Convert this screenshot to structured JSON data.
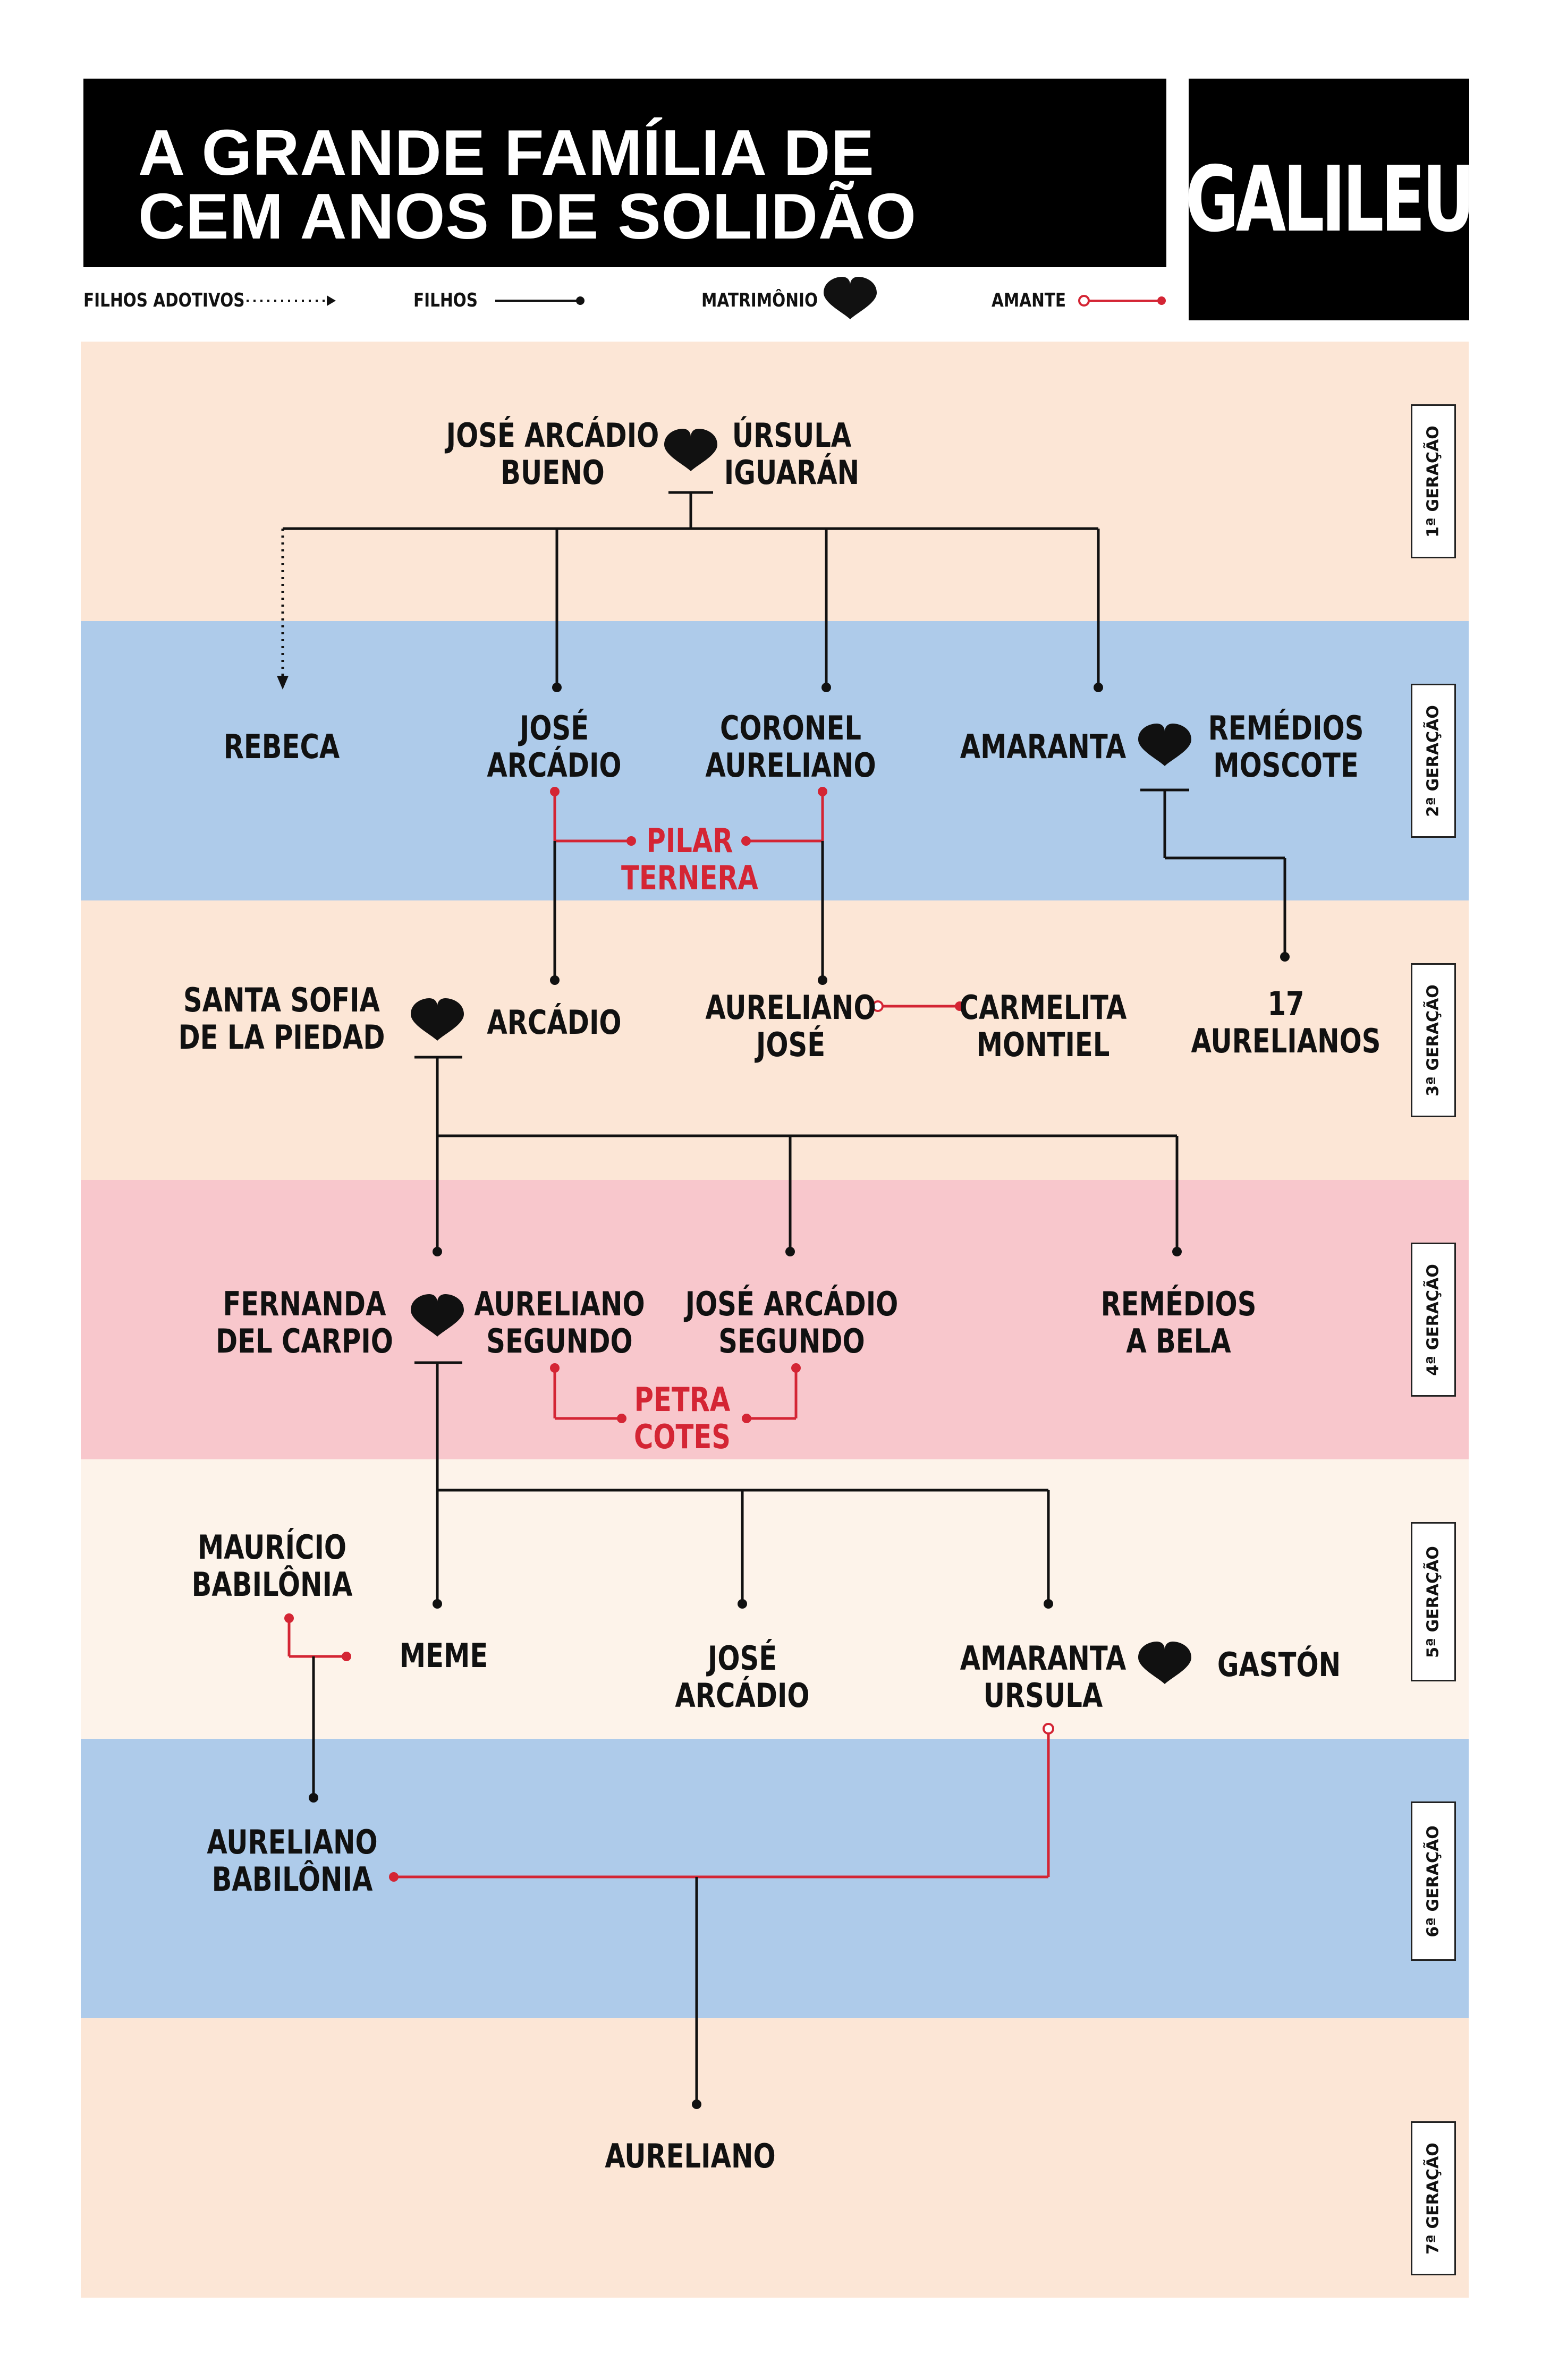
{
  "header": {
    "title_line1": "A GRANDE FAMÍLIA DE",
    "title_line2": "CEM ANOS DE SOLIDÃO",
    "logo": "GALILEU"
  },
  "legend": {
    "adopted": "FILHOS ADOTIVOS",
    "children": "FILHOS",
    "marriage": "MATRIMÔNIO",
    "lover": "AMANTE"
  },
  "colors": {
    "peach": "#fce6d6",
    "blue": "#aecbea",
    "pink": "#f8c7cc",
    "cream": "#fdf3ea",
    "red": "#d42534",
    "black": "#111111"
  },
  "generations": [
    {
      "label": "1ª GERAÇÃO"
    },
    {
      "label": "2ª GERAÇÃO"
    },
    {
      "label": "3ª GERAÇÃO"
    },
    {
      "label": "4ª GERAÇÃO"
    },
    {
      "label": "5ª GERAÇÃO"
    },
    {
      "label": "6ª GERAÇÃO"
    },
    {
      "label": "7ª GERAÇÃO"
    }
  ],
  "people": {
    "jose_arcadio_bueno": "JOSÉ ARCÁDIO\nBUENO",
    "ursula_iguaran": "ÚRSULA\nIGUARÁN",
    "rebeca": "REBECA",
    "jose_arcadio": "JOSÉ\nARCÁDIO",
    "coronel_aureliano": "CORONEL\nAURELIANO",
    "amaranta": "AMARANTA",
    "remedios_moscote": "REMÉDIOS\nMOSCOTE",
    "pilar_ternera": "PILAR\nTERNERA",
    "santa_sofia": "SANTA SOFIA\nDE LA PIEDAD",
    "arcadio": "ARCÁDIO",
    "aureliano_jose": "AURELIANO\nJOSÉ",
    "carmelita_montiel": "CARMELITA\nMONTIEL",
    "aurelianos_17": "17\nAURELIANOS",
    "fernanda_del_carpio": "FERNANDA\nDEL CARPIO",
    "aureliano_segundo": "AURELIANO\nSEGUNDO",
    "jose_arcadio_segundo": "JOSÉ ARCÁDIO\nSEGUNDO",
    "remedios_a_bela": "REMÉDIOS\nA BELA",
    "petra_cotes": "PETRA\nCOTES",
    "mauricio_babilonia": "MAURÍCIO\nBABILÔNIA",
    "meme": "MEME",
    "jose_arcadio_5": "JOSÉ\nARCÁDIO",
    "amaranta_ursula": "AMARANTA\nURSULA",
    "gaston": "GASTÓN",
    "aureliano_babilonia": "AURELIANO\nBABILÔNIA",
    "aureliano_7": "AURELIANO"
  }
}
